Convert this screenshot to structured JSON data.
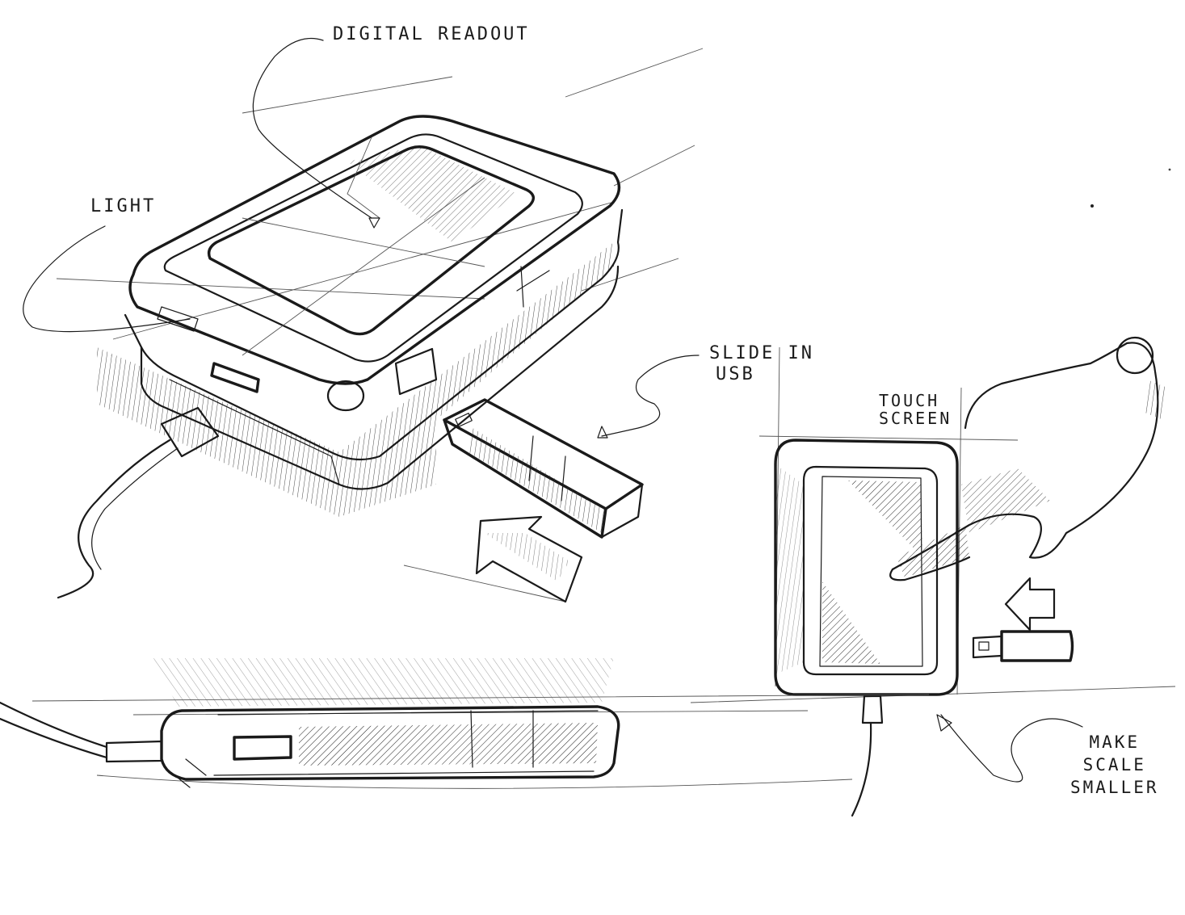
{
  "annotations": {
    "digital_readout": "DIGITAL READOUT",
    "light": "LIGHT",
    "slide_in_usb_line1": "SLIDE IN",
    "slide_in_usb_line2": "USB",
    "touch_screen_line1": "TOUCH",
    "touch_screen_line2": "SCREEN",
    "make_scale_smaller_line1": "MAKE",
    "make_scale_smaller_line2": "SCALE",
    "make_scale_smaller_line3": "SMALLER"
  },
  "colors": {
    "paper": "#ffffff",
    "ink": "#1a1a1a"
  }
}
